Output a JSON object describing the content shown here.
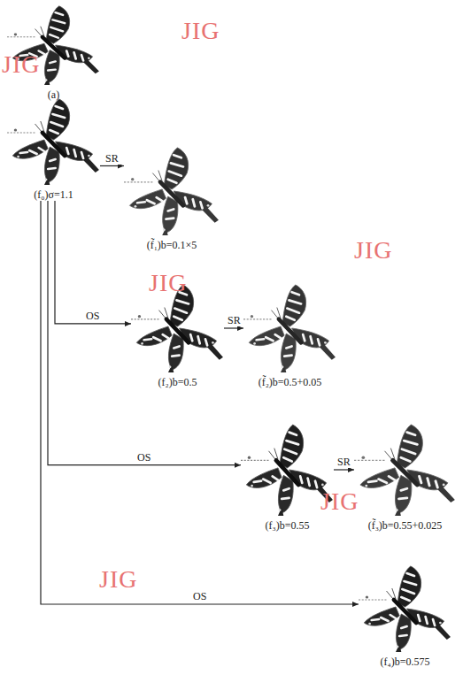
{
  "diagram": {
    "nodes": [
      {
        "text": [
          "(a)"
        ]
      },
      {
        "text": [
          "(f₀)σ=1.1"
        ]
      },
      {
        "text": [
          "(f̃₁)b=0.1×5"
        ]
      },
      {
        "text": [
          "(f₂)b=0.5"
        ]
      },
      {
        "text": [
          "(f̃₂)b=0.5+0.05"
        ]
      },
      {
        "text": [
          "(f₃)b=0.55"
        ]
      },
      {
        "text": [
          "(f̃₃)b=0.55+0.025"
        ]
      },
      {
        "text": [
          "(f₄)b=0.575"
        ]
      }
    ],
    "edges": [
      {
        "from": 1,
        "to": 2,
        "arrow": "to",
        "label": "SR"
      },
      {
        "from": 1,
        "to": 3,
        "arrow": "to",
        "label": "OS"
      },
      {
        "from": 3,
        "to": 4,
        "arrow": "to",
        "label": "SR"
      },
      {
        "from": 1,
        "to": 5,
        "arrow": "to",
        "label": "OS"
      },
      {
        "from": 5,
        "to": 6,
        "arrow": "to",
        "label": "SR"
      },
      {
        "from": 1,
        "to": 7,
        "arrow": "to",
        "label": "OS"
      }
    ],
    "labels": [
      "JIG",
      "JIG",
      "JIG",
      "JIG",
      "JIG",
      "JIG"
    ]
  }
}
